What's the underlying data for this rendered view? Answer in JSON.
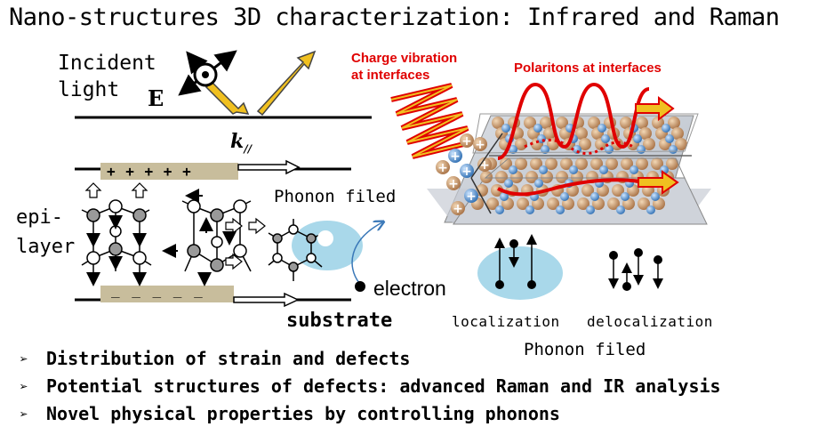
{
  "title": "Nano-structures 3D characterization: Infrared and Raman",
  "left_diagram": {
    "incident_light": "Incident light",
    "incident_line1": "Incident",
    "incident_line2": "light",
    "e_symbol": "E",
    "k_symbol": "k",
    "k_subscript": "//",
    "plus_charges": "+ + + + +",
    "minus_charges": "_ _ _ _ _",
    "epi_layer_line1": "epi-",
    "epi_layer_line2": "layer",
    "phonon_field": "Phonon filed",
    "electron": "electron",
    "substrate": "substrate"
  },
  "right_diagram": {
    "charge_vibration_line1": "Charge vibration",
    "charge_vibration_line2": "at interfaces",
    "polaritons": "Polaritons at interfaces",
    "localization": "localization",
    "delocalization": "delocalization",
    "phonon_field": "Phonon filed"
  },
  "bullets": [
    "Distribution of strain and defects",
    "Potential structures of defects: advanced Raman and IR analysis",
    "Novel physical properties by controlling phonons"
  ],
  "colors": {
    "red_accent": "#e00000",
    "arrow_yellow": "#f0c020",
    "charge_band": "#c8bd9c",
    "ellipse_blue": "#a9d8ea",
    "atom_gray": "#999999",
    "atom_brown": "#b98a5d",
    "atom_blue": "#4a87c7"
  }
}
